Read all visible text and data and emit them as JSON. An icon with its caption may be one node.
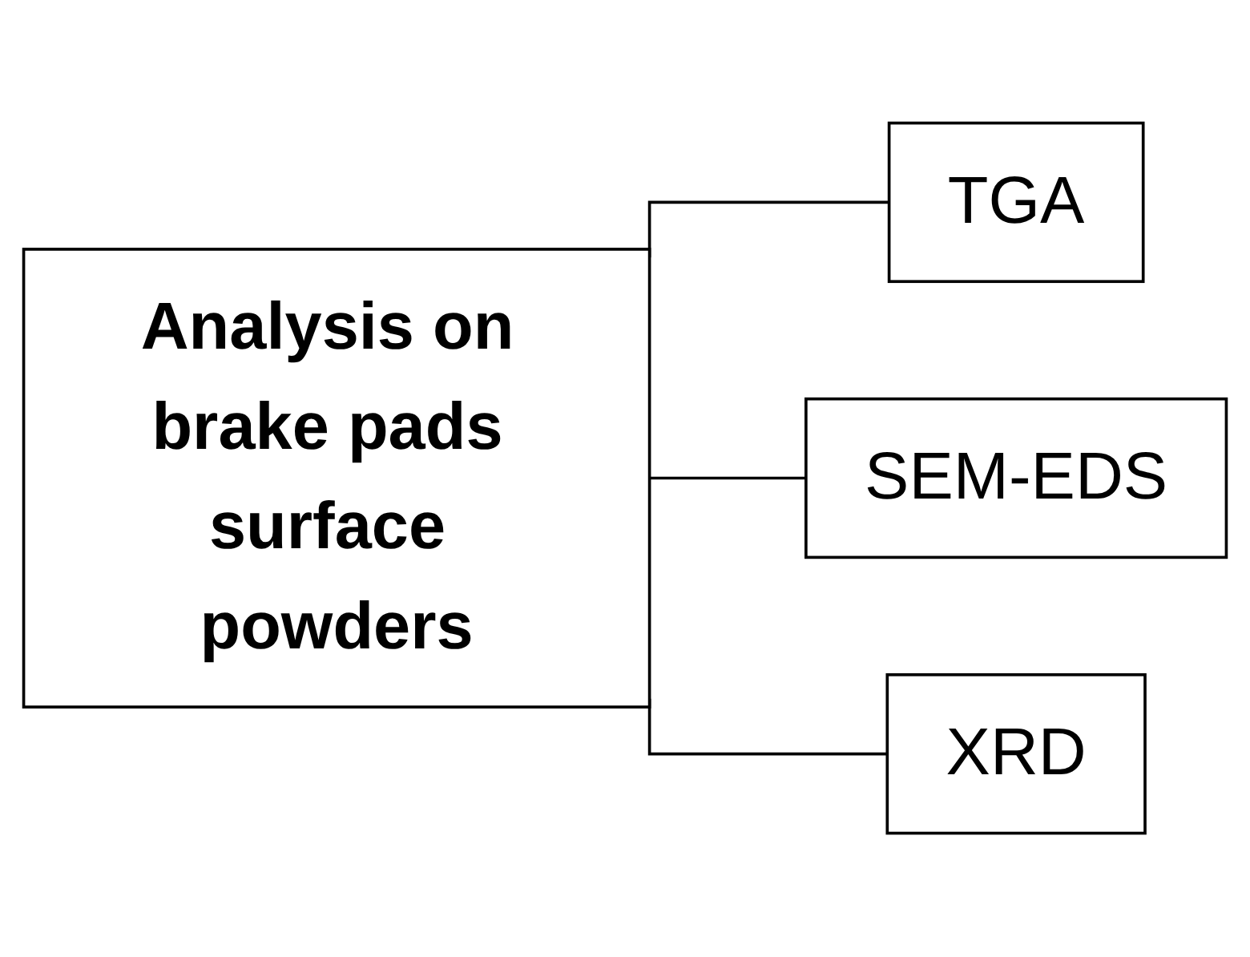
{
  "diagram": {
    "nodes": [
      {
        "text": [
          "Analysis on brake pads surface powders"
        ]
      },
      {
        "text": [
          "TGA"
        ]
      },
      {
        "text": [
          "SEM-EDS"
        ]
      },
      {
        "text": [
          "XRD"
        ]
      }
    ],
    "edges": [
      {
        "from": 0,
        "to": 1,
        "arrow": "none"
      },
      {
        "from": 0,
        "to": 2,
        "arrow": "none"
      },
      {
        "from": 0,
        "to": 3,
        "arrow": "none"
      }
    ]
  }
}
